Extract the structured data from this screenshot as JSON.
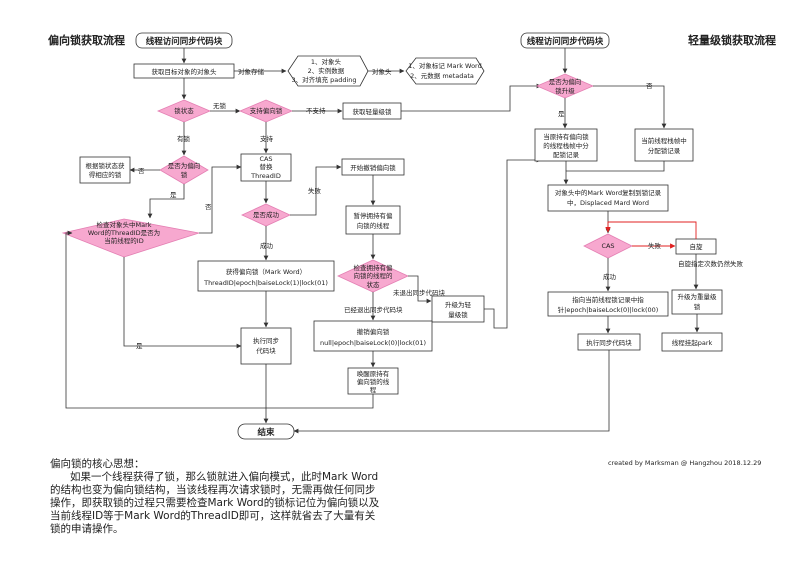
{
  "titles": {
    "biased": "偏向锁获取流程",
    "lightweight": "轻量级锁获取流程"
  },
  "biased": {
    "start": "线程访问同步代码块",
    "get_header": "获取目标对象的对象头",
    "edge_header": "对象存储",
    "header_parts": [
      "1、对象头",
      "2、实例数据",
      "3、对齐填充 padding"
    ],
    "edge_header2": "对象头",
    "header_meta": [
      "1、对象标记 Mark Word",
      "2、元数据 metadata"
    ],
    "lock_state": "锁状态",
    "edge_nolock": "无锁",
    "support_biased": "支持偏向锁",
    "edge_not_support": "不支持",
    "get_light": "获取轻量级锁",
    "edge_locked": "有锁",
    "edge_support": "支持",
    "is_biased": [
      "是否为偏向",
      "锁"
    ],
    "edge_no": "否",
    "by_state": [
      "根据锁状态获",
      "得相应的锁"
    ],
    "cas": [
      "CAS",
      "替换",
      "ThreadID"
    ],
    "cas_ok": "是否成功",
    "edge_fail": "失败",
    "revoke_start": "开始撤销偏向锁",
    "edge_yes": "是",
    "check_id": [
      "检查对象头中Mark",
      "Word的ThreadID是否为",
      "当前线程的ID"
    ],
    "edge_no2": "否",
    "edge_success": "成功",
    "pause_thread": [
      "暂停拥持有偏",
      "向锁的线程"
    ],
    "acquire_biased": [
      "获得偏向锁（Mark Word）",
      "ThreadID|epoch|baiseLock(1)|lock(01)"
    ],
    "check_state": [
      "检查拥持有偏",
      "向锁的线程的",
      "状态"
    ],
    "edge_not_exit": "未退出同步代码块",
    "edge_exited": "已经退出同步代码块",
    "upgrade_light": [
      "升级为轻",
      "量级锁"
    ],
    "edge_yes2": "是",
    "exec_sync": [
      "执行同步",
      "代码块"
    ],
    "revoke_biased": [
      "撤销偏向锁",
      "null|epoch|baiseLock(0)|lock(01)"
    ],
    "wake_thread": [
      "唤醒原持有",
      "偏向锁的线",
      "程"
    ],
    "end": "结束"
  },
  "light": {
    "start": "线程访问同步代码块",
    "is_biased_upgrade": [
      "是否为偏向",
      "锁升级"
    ],
    "edge_yes": "是",
    "edge_no": "否",
    "alloc_holder": [
      "当原持有偏向锁",
      "的线程栈帧中分",
      "配锁记录"
    ],
    "alloc_current": [
      "当前线程栈帧中",
      "分配锁记录"
    ],
    "copy_mark": [
      "对象头中的Mark Word复制到锁记录",
      "中，Displaced Mard Word"
    ],
    "cas": "CAS",
    "edge_fail": "失败",
    "spin": "自旋",
    "spin_note": "自旋指定次数仍然失败",
    "edge_success": "成功",
    "point_record": [
      "指向当前线程锁记录中指",
      "针|epoch|baiseLock(0)|lock(00)"
    ],
    "upgrade_heavy": [
      "升级为重量级",
      "锁"
    ],
    "exec_sync": "执行同步代码块",
    "park": "线程挂起park"
  },
  "credit": "created by Marksman @ Hangzhou 2018.12.29",
  "description": {
    "heading": "偏向锁的核心思想：",
    "body": "如果一个线程获得了锁，那么锁就进入偏向模式，此时Mark Word的结构也变为偏向锁结构，当该线程再次请求锁时，无需再做任何同步操作，即获取锁的过程只需要检查Mark Word的锁标记位为偏向锁以及当前线程ID等于Mark Word的ThreadID即可，这样就省去了大量有关锁的申请操作。"
  },
  "colors": {
    "decision_fill": "#f7a8cf",
    "decision_stroke": "#e47fb3",
    "retry_arrow": "#e02020"
  }
}
